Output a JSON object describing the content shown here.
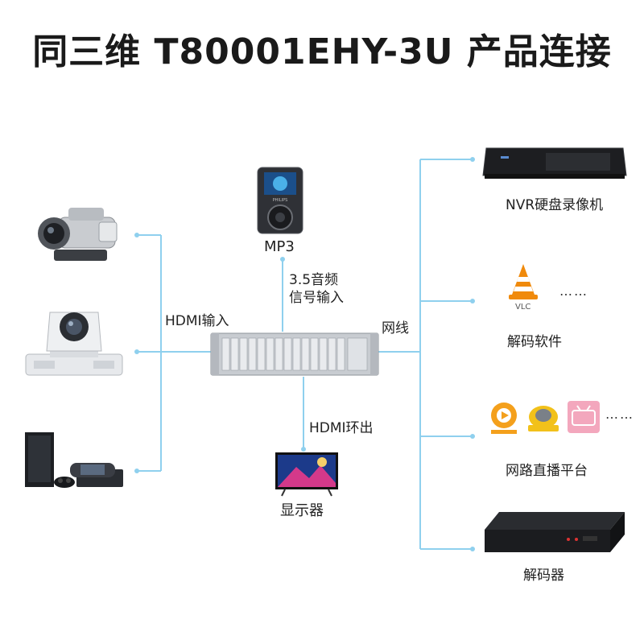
{
  "title": "同三维 T80001EHY-3U  产品连接",
  "labels": {
    "hdmi_in": "HDMI输入",
    "mp3": "MP3",
    "audio_in_line1": "3.5音频",
    "audio_in_line2": "信号输入",
    "network": "网线",
    "hdmi_loop": "HDMI环出",
    "display": "显示器",
    "nvr": "NVR硬盘录像机",
    "decode_software": "解码软件",
    "live_platform": "网路直播平台",
    "decoder": "解码器",
    "vlc": "VLC",
    "ellipsis": "……",
    "mp3_brand": "PHILIPS"
  },
  "colors": {
    "line": "#8fd0ee",
    "title": "#1a1a1a"
  },
  "icons": {
    "camcorder": "camcorder-icon",
    "ptz_camera": "ptz-camera-icon",
    "game_console": "game-console-icon",
    "mp3_player": "mp3-player-icon",
    "encoder": "encoder-chassis-icon",
    "tv": "tv-display-icon",
    "nvr": "nvr-recorder-icon",
    "vlc": "vlc-cone-icon",
    "huya": "huya-logo-icon",
    "douyu": "douyu-logo-icon",
    "bilibili": "bilibili-logo-icon",
    "decoder": "decoder-box-icon"
  }
}
